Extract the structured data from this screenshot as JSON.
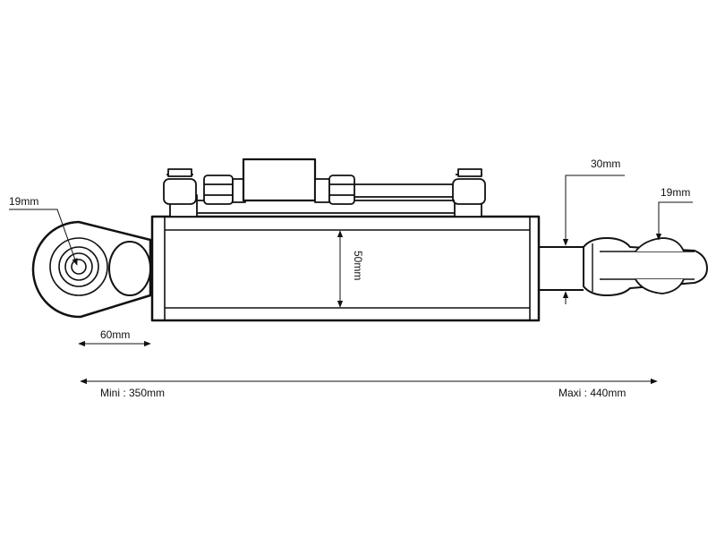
{
  "dimensions": {
    "left_pin": "19mm",
    "right_pin": "19mm",
    "rod": "30mm",
    "bore": "50mm",
    "eye_length": "60mm",
    "min_length": "Mini : 350mm",
    "max_length": "Maxi : 440mm"
  },
  "colors": {
    "line": "#111111",
    "background": "#ffffff"
  }
}
